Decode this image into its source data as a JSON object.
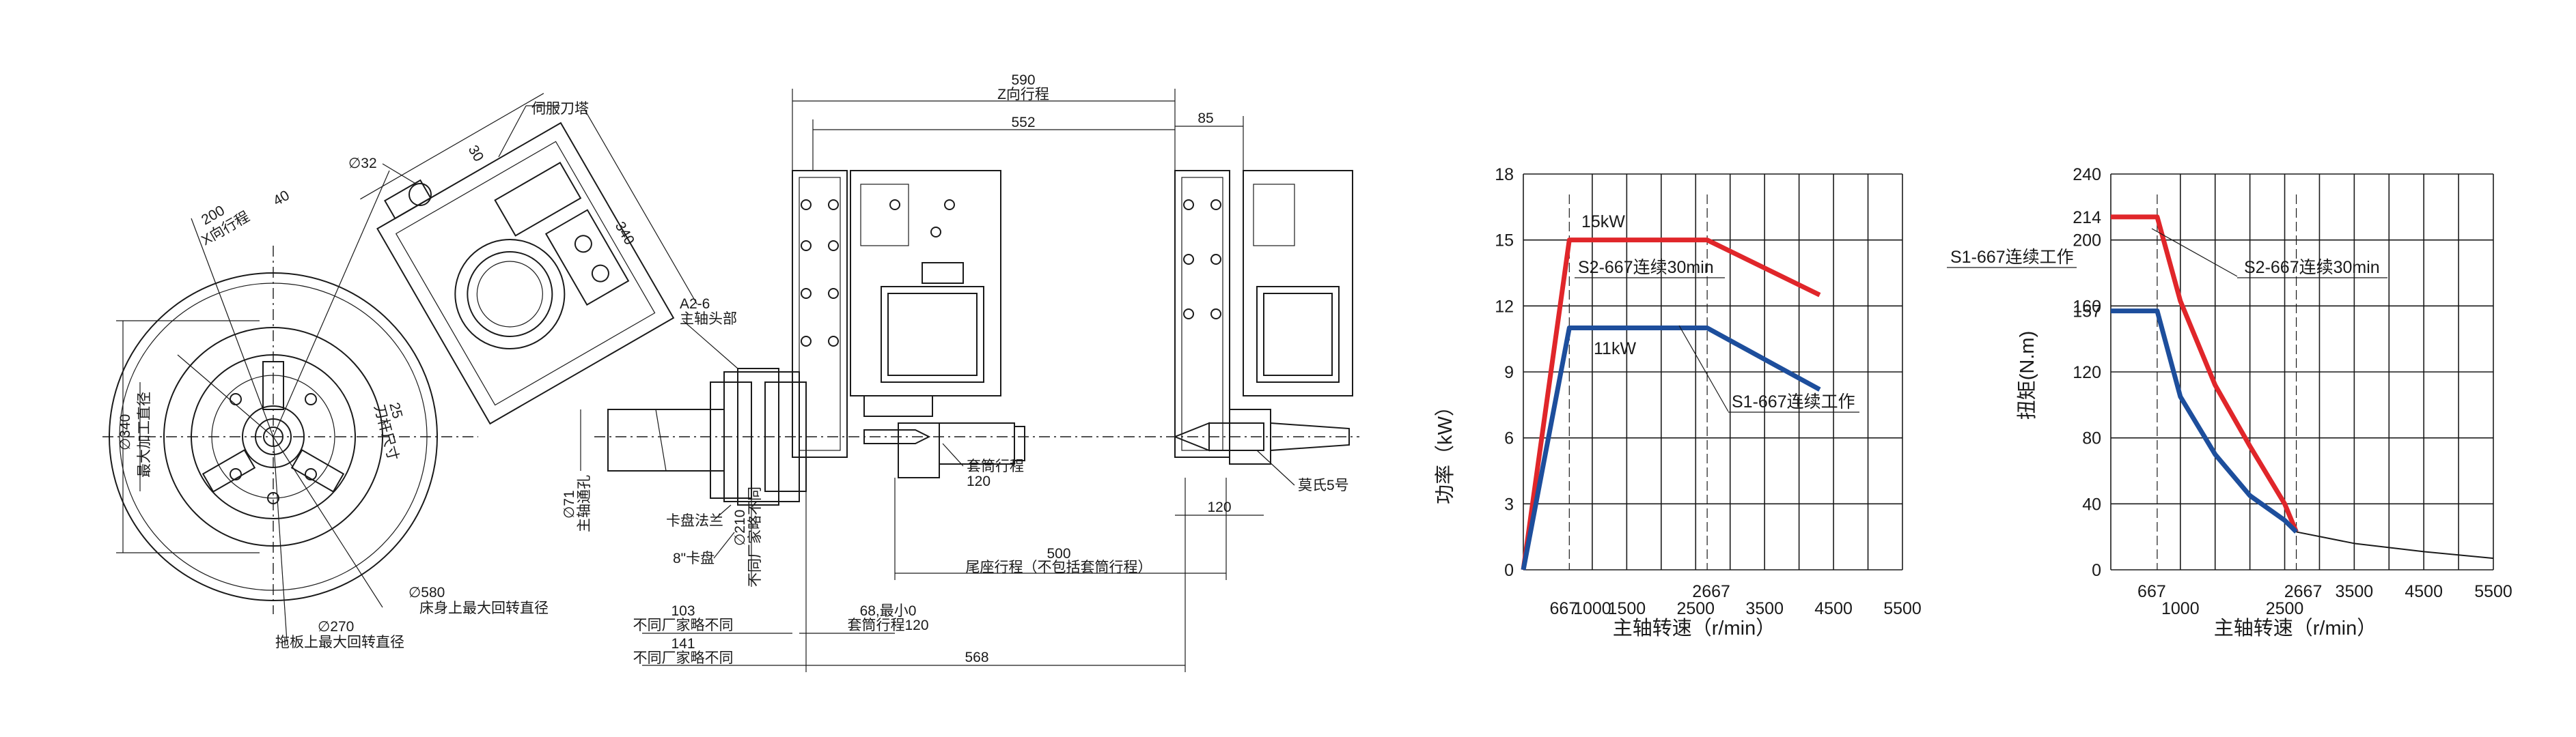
{
  "drawing": {
    "turret_label": "伺服刀塔",
    "dim_40": "40",
    "dim_32": "∅32",
    "dim_30": "30",
    "dim_340_turret": "340",
    "dim_200": "200",
    "x_travel": "X向行程",
    "dim_25": "25",
    "tool_size": "刀杆尺寸",
    "dia_340": "∅340",
    "max_machining_dia": "最大加工直径",
    "dia_71": "∅71",
    "spindle_bore": "主轴通孔",
    "spindle_head_code": "A2-6",
    "spindle_head": "主轴头部",
    "dia_580": "∅580",
    "swing_over_bed": "床身上最大回转直径",
    "dia_270": "∅270",
    "swing_over_carriage": "拖板上最大回转直径",
    "chuck_flange": "卡盘法兰",
    "dia_210": "∅210",
    "vendor_diff_1": "不同厂家略不同",
    "chuck_8": "8\"卡盘",
    "dim_103": "103",
    "vendor_diff_2": "不同厂家略不同",
    "dim_141": "141",
    "vendor_diff_3": "不同厂家略不同",
    "dim_590": "590",
    "z_travel": "Z向行程",
    "dim_552": "552",
    "dim_85": "85",
    "quill_travel": "套筒行程",
    "quill_120": "120",
    "morse": "莫氏5号",
    "dim_120b": "120",
    "dim_500": "500",
    "tail_travel": "尾座行程（不包括套筒行程）",
    "dim_68": "68,最小0",
    "quill_travel_120": "套筒行程120",
    "dim_568": "568"
  },
  "power_chart": {
    "ylabel": "功率（kW）",
    "xlabel": "主轴转速（r/min）",
    "label_15kw": "15kW",
    "label_s2": "S2-667连续30min",
    "label_11kw": "11kW",
    "label_s1": "S1-667连续工作"
  },
  "torque_chart": {
    "ylabel": "扭矩(N.m)",
    "xlabel": "主轴转速（r/min）",
    "label_s1": "S1-667连续工作",
    "label_s2": "S2-667连续30min"
  },
  "chart_data": [
    {
      "type": "line",
      "xlabel": "主轴转速（r/min）",
      "ylabel": "功率（kW）",
      "xticks": [
        "667",
        "1000",
        "1500",
        "2500",
        "2667",
        "3500",
        "4500",
        "5500"
      ],
      "yticks": [
        "0",
        "3",
        "6",
        "9",
        "12",
        "15",
        "18"
      ],
      "ylim": [
        0,
        18
      ],
      "series": [
        {
          "name": "S2-667连续30min",
          "color": "#e0262a",
          "points": [
            [
              0,
              0
            ],
            [
              667,
              15
            ],
            [
              2667,
              15
            ],
            [
              4300,
              12.5
            ]
          ]
        },
        {
          "name": "S1-667连续工作",
          "color": "#1d4e9c",
          "points": [
            [
              0,
              0
            ],
            [
              667,
              11
            ],
            [
              2667,
              11
            ],
            [
              4300,
              8.2
            ]
          ]
        }
      ],
      "annotations": [
        "15kW",
        "11kW"
      ]
    },
    {
      "type": "line",
      "xlabel": "主轴转速（r/min）",
      "ylabel": "扭矩(N.m)",
      "xticks": [
        "667",
        "1000",
        "2500",
        "2667",
        "3500",
        "4500",
        "5500"
      ],
      "yticks": [
        "0",
        "40",
        "80",
        "120",
        "157",
        "160",
        "200",
        "214",
        "240"
      ],
      "ylim": [
        0,
        240
      ],
      "series": [
        {
          "name": "S2-667连续30min",
          "color": "#e0262a",
          "points": [
            [
              0,
              214
            ],
            [
              667,
              214
            ],
            [
              1000,
              163
            ],
            [
              1500,
              112
            ],
            [
              2000,
              75
            ],
            [
              2500,
              40
            ],
            [
              2667,
              23
            ]
          ]
        },
        {
          "name": "S1-667连续工作",
          "color": "#1d4e9c",
          "points": [
            [
              0,
              157
            ],
            [
              667,
              157
            ],
            [
              1000,
              105
            ],
            [
              1500,
              70
            ],
            [
              2000,
              45
            ],
            [
              2500,
              30
            ],
            [
              2667,
              23
            ]
          ]
        },
        {
          "name": "",
          "color": "#1a1a1a",
          "points": [
            [
              2667,
              23
            ],
            [
              3500,
              16
            ],
            [
              4500,
              11
            ],
            [
              5500,
              7
            ]
          ]
        }
      ]
    }
  ]
}
